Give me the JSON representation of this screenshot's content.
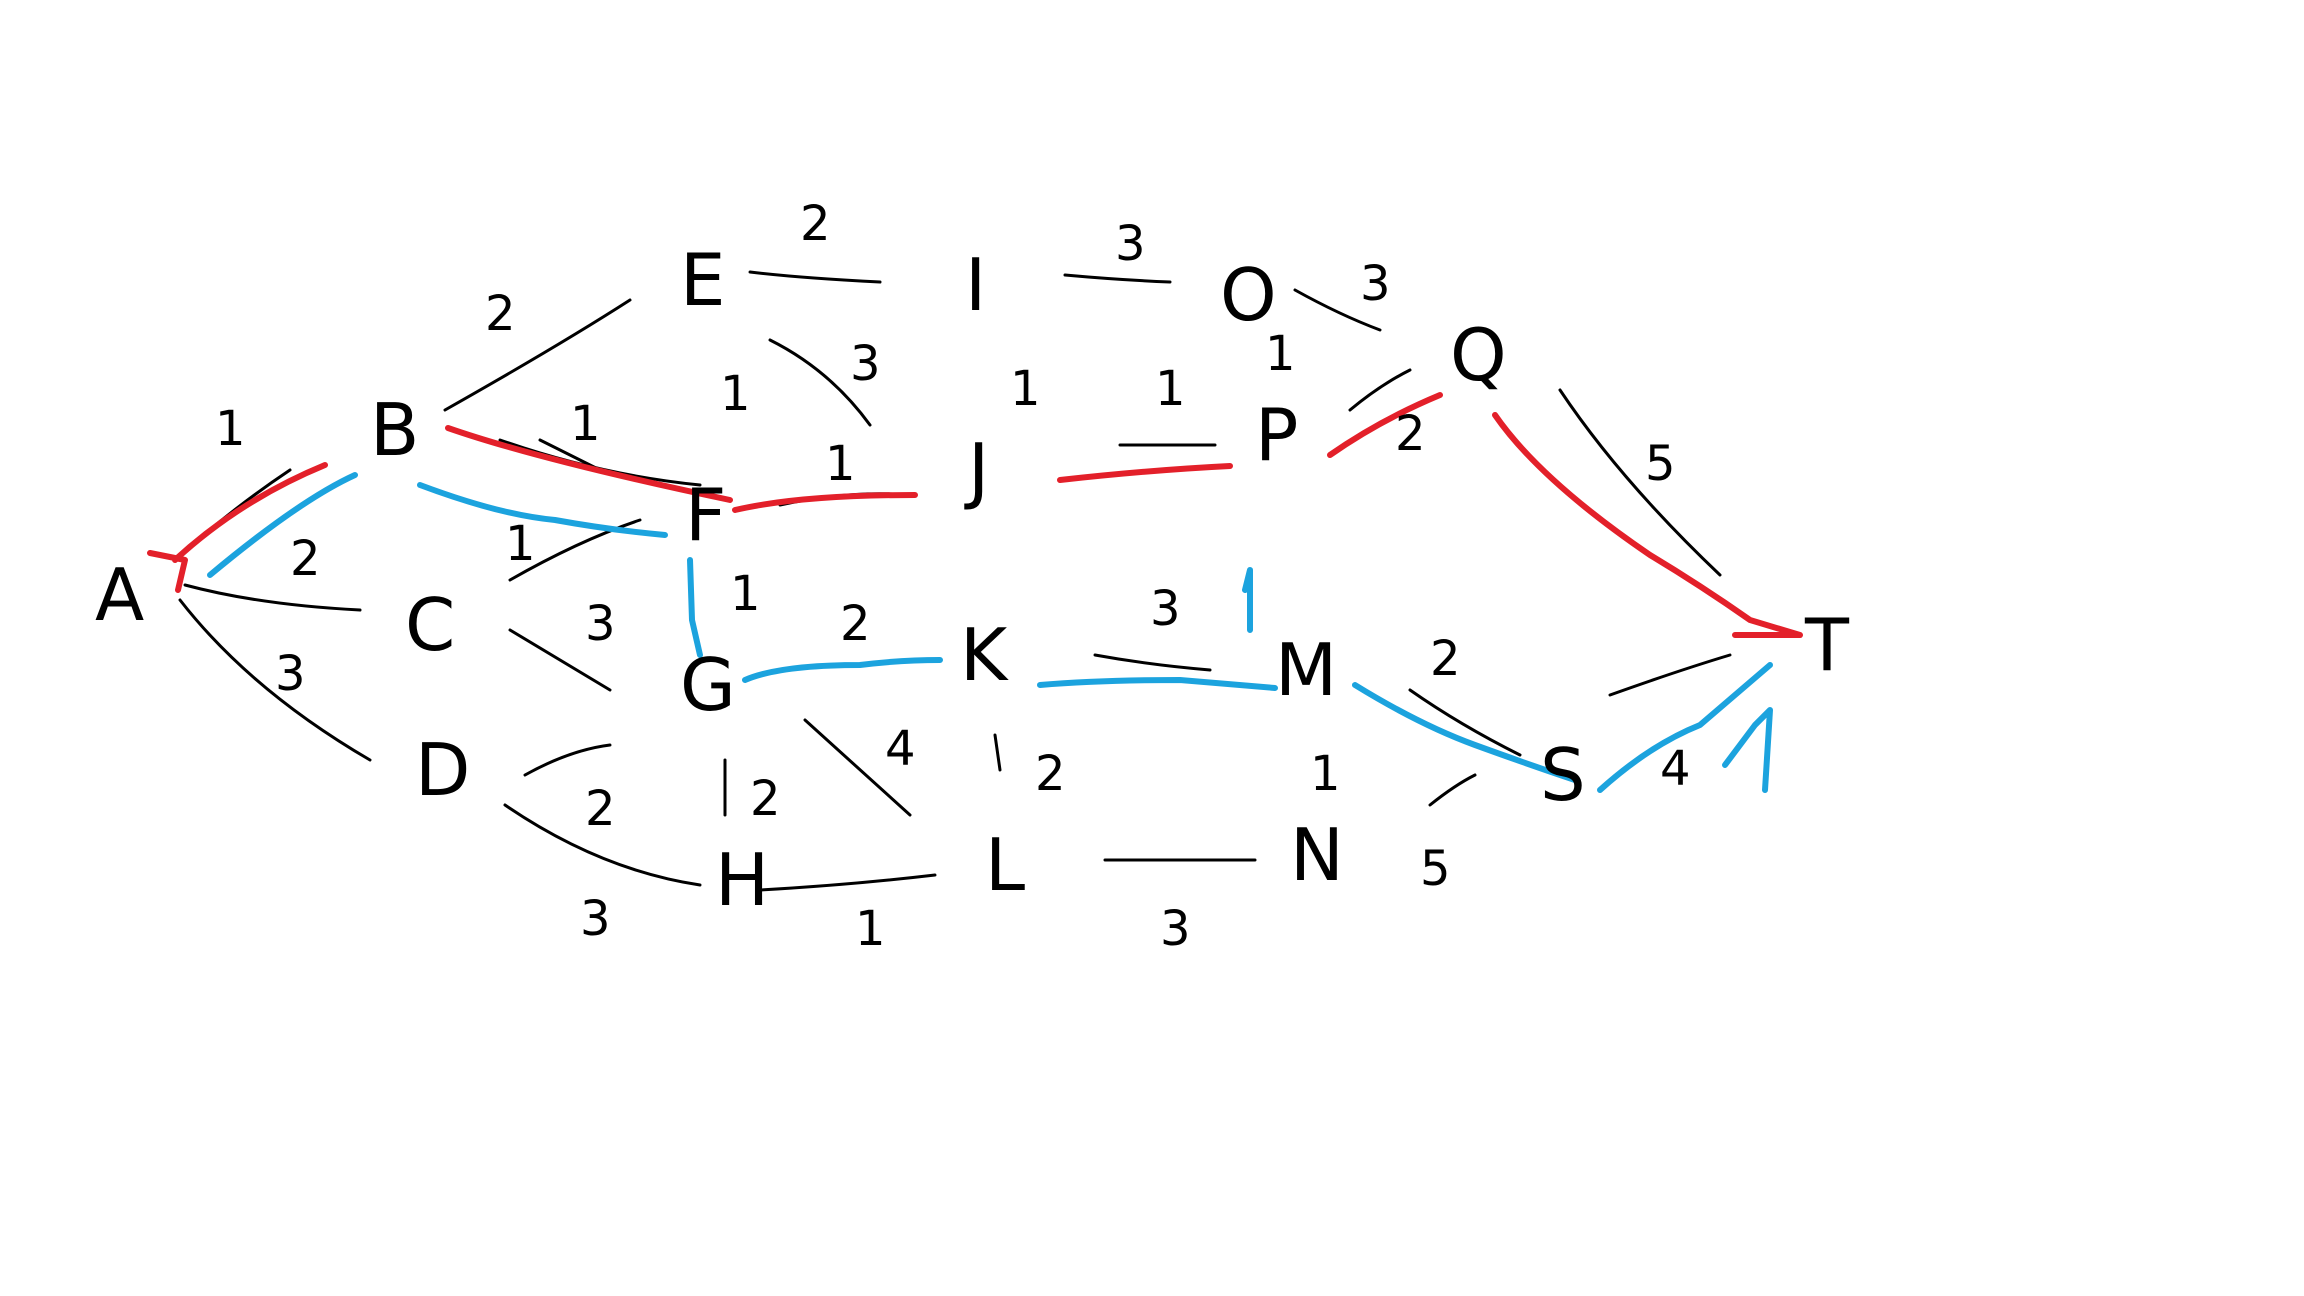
{
  "nodes": {
    "A": "A",
    "B": "B",
    "C": "C",
    "D": "D",
    "E": "E",
    "F": "F",
    "G": "G",
    "H": "H",
    "I": "I",
    "J": "J",
    "K": "K",
    "L": "L",
    "M": "M",
    "N": "N",
    "O": "O",
    "P": "P",
    "Q": "Q",
    "S": "S",
    "T": "T"
  },
  "weights": {
    "A_B": "1",
    "A_C": "2",
    "A_D": "3",
    "B_E": "2",
    "B_F": "1",
    "C_F": "1",
    "C_G": "3",
    "D_H_top": "2",
    "D_H_bottom": "3",
    "E_I": "2",
    "E_F": "1",
    "E_J": "3",
    "F_J": "1",
    "F_G": "1",
    "G_K": "2",
    "G_H": "2",
    "G_L": "4",
    "H_L": "1",
    "I_O": "3",
    "I_J": "1",
    "J_P": "1",
    "K_M": "3",
    "K_L": "2",
    "L_N": "3",
    "M_S": "2",
    "M_N": "1",
    "N_S": "5",
    "O_Q": "3",
    "O_P": "1",
    "P_Q": "2",
    "Q_T": "5",
    "S_T": "4",
    "blue_annotation": "1"
  },
  "colors": {
    "red_path": "#e3202a",
    "blue_path": "#1ca3de",
    "ink": "#000000"
  }
}
